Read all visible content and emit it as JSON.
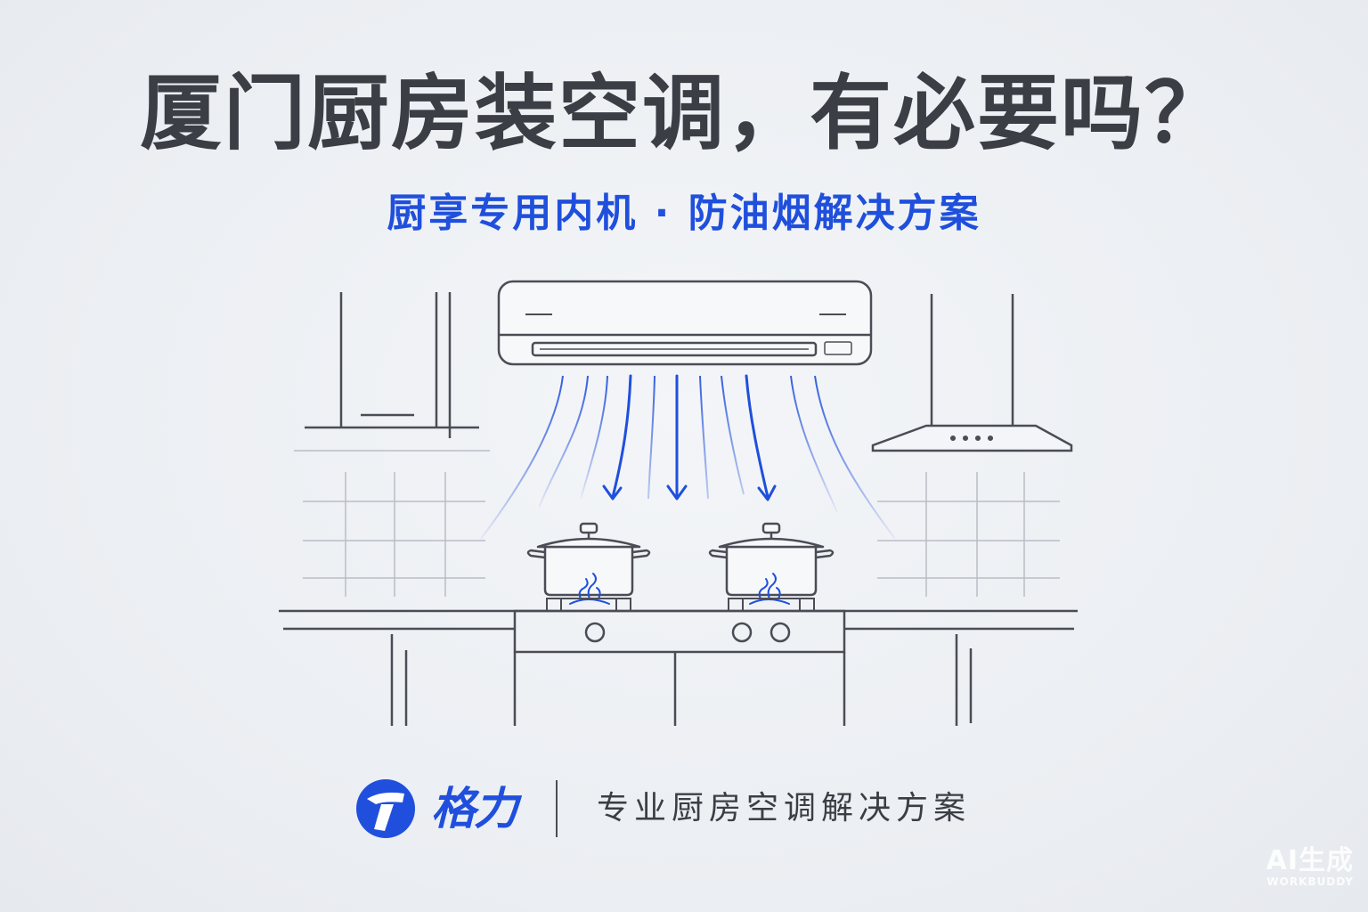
{
  "headline": {
    "title": "厦门厨房装空调，有必要吗？",
    "subtitle": "厨享专用内机 · 防油烟解决方案"
  },
  "brand": {
    "name": "格力",
    "tagline": "专业厨房空调解决方案"
  },
  "watermark": {
    "line1": "AI生成",
    "line2": "WORKBUDDY"
  },
  "colors": {
    "accent": "#1f4fdc",
    "line": "#4a4d55",
    "text": "#3b3e45",
    "background": "#eef0f4"
  },
  "icons": [
    "air-conditioner-icon",
    "range-hood-icon",
    "cooking-pot-icon",
    "flame-icon",
    "airflow-arrow-icon",
    "brand-logo-icon"
  ]
}
